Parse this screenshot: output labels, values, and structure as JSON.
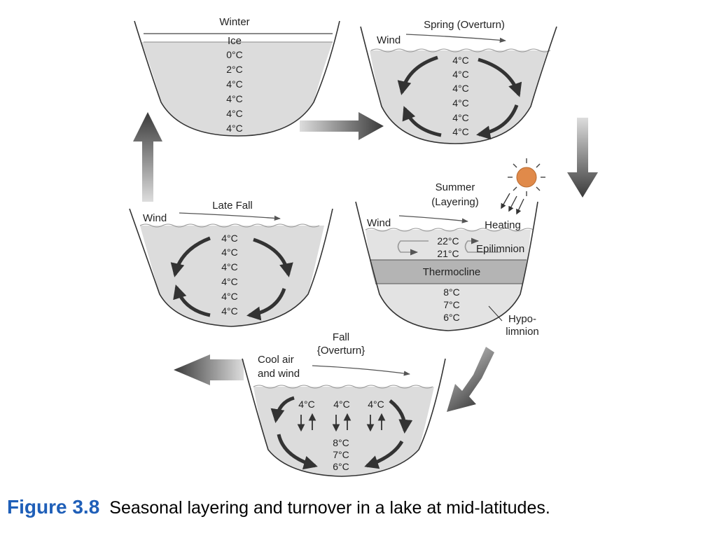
{
  "diagram": {
    "colors": {
      "water": "#dcdcdc",
      "thermocline": "#b4b4b4",
      "outline": "#333333",
      "caption_number": "#1f5fb8",
      "sun": "#e08a4a"
    },
    "winter": {
      "title": "Winter",
      "ice": "Ice",
      "temps": [
        "0°C",
        "2°C",
        "4°C",
        "4°C",
        "4°C",
        "4°C"
      ]
    },
    "spring": {
      "title": "Spring (Overturn)",
      "wind": "Wind",
      "temps": [
        "4°C",
        "4°C",
        "4°C",
        "4°C",
        "4°C",
        "4°C"
      ]
    },
    "summer": {
      "title_line1": "Summer",
      "title_line2": "(Layering)",
      "wind": "Wind",
      "heating": "Heating",
      "epi_temps": [
        "22°C",
        "21°C"
      ],
      "epilimnion": "Epilimnion",
      "thermocline": "Thermocline",
      "hypo_temps": [
        "8°C",
        "7°C",
        "6°C"
      ],
      "hypo_line1": "Hypo-",
      "hypo_line2": "limnion"
    },
    "late_fall": {
      "title": "Late Fall",
      "wind": "Wind",
      "temps": [
        "4°C",
        "4°C",
        "4°C",
        "4°C",
        "4°C",
        "4°C"
      ]
    },
    "fall": {
      "title_line1": "Fall",
      "title_line2": "{Overturn}",
      "wind_line1": "Cool air",
      "wind_line2": "and wind",
      "top_temps": [
        "4°C",
        "4°C",
        "4°C"
      ],
      "bottom_temps": [
        "8°C",
        "7°C",
        "6°C"
      ]
    }
  },
  "caption": {
    "number": "Figure 3.8",
    "text": "Seasonal layering and turnover in a lake at mid-latitudes."
  }
}
